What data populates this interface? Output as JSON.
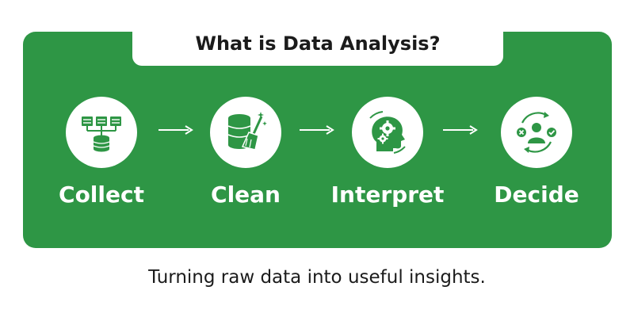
{
  "title": "What is Data Analysis?",
  "steps": [
    {
      "label": "Collect",
      "icon": "database-network-icon"
    },
    {
      "label": "Clean",
      "icon": "database-broom-icon"
    },
    {
      "label": "Interpret",
      "icon": "head-gears-icon"
    },
    {
      "label": "Decide",
      "icon": "decision-person-icon"
    }
  ],
  "caption": "Turning raw data into useful insights.",
  "colors": {
    "panel": "#2e9645",
    "icon": "#2e9645",
    "text_dark": "#1b1b1b",
    "text_light": "#ffffff"
  }
}
